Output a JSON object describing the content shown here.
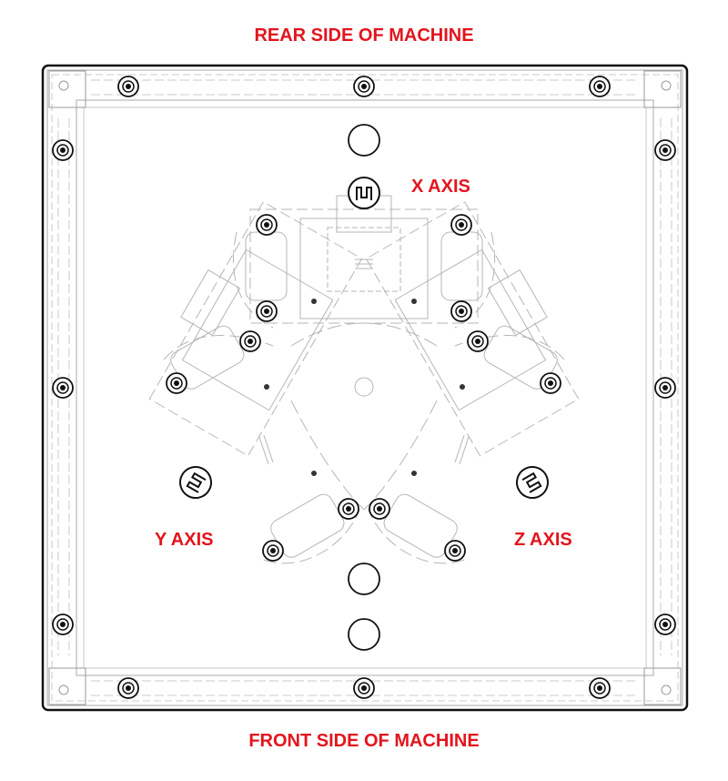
{
  "labels": {
    "rear": "REAR SIDE OF MACHINE",
    "front": "FRONT SIDE OF MACHINE",
    "x_axis": "X AXIS",
    "y_axis": "Y AXIS",
    "z_axis": "Z AXIS"
  },
  "colors": {
    "label": "#e3141d",
    "frame": "#111111",
    "faint_lines": "#b5b5b5"
  }
}
